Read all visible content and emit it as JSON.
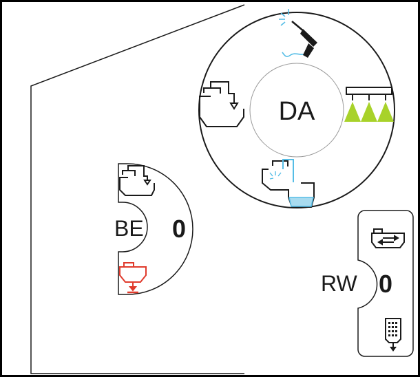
{
  "colors": {
    "line": "#1a1a1a",
    "accent_blue": "#55bde6",
    "fill_blue": "#a8dbef",
    "accent_green": "#a8d22a",
    "accent_red": "#e03a2c",
    "inner_ring": "#9a9a9a"
  },
  "wheel": {
    "label": "DA",
    "icons": {
      "top": "spray-lance-icon",
      "right": "boom-spray-icon",
      "bottom": "tank-rinse-icon",
      "left": "tank-fill-icon"
    }
  },
  "be_panel": {
    "label": "BE",
    "value": "0",
    "icons": {
      "top": "tank-fill-icon",
      "bottom": "tank-drain-icon"
    }
  },
  "rw_panel": {
    "label": "RW",
    "value": "0",
    "icons": {
      "top": "tank-circulation-icon",
      "bottom": "filter-icon"
    }
  }
}
